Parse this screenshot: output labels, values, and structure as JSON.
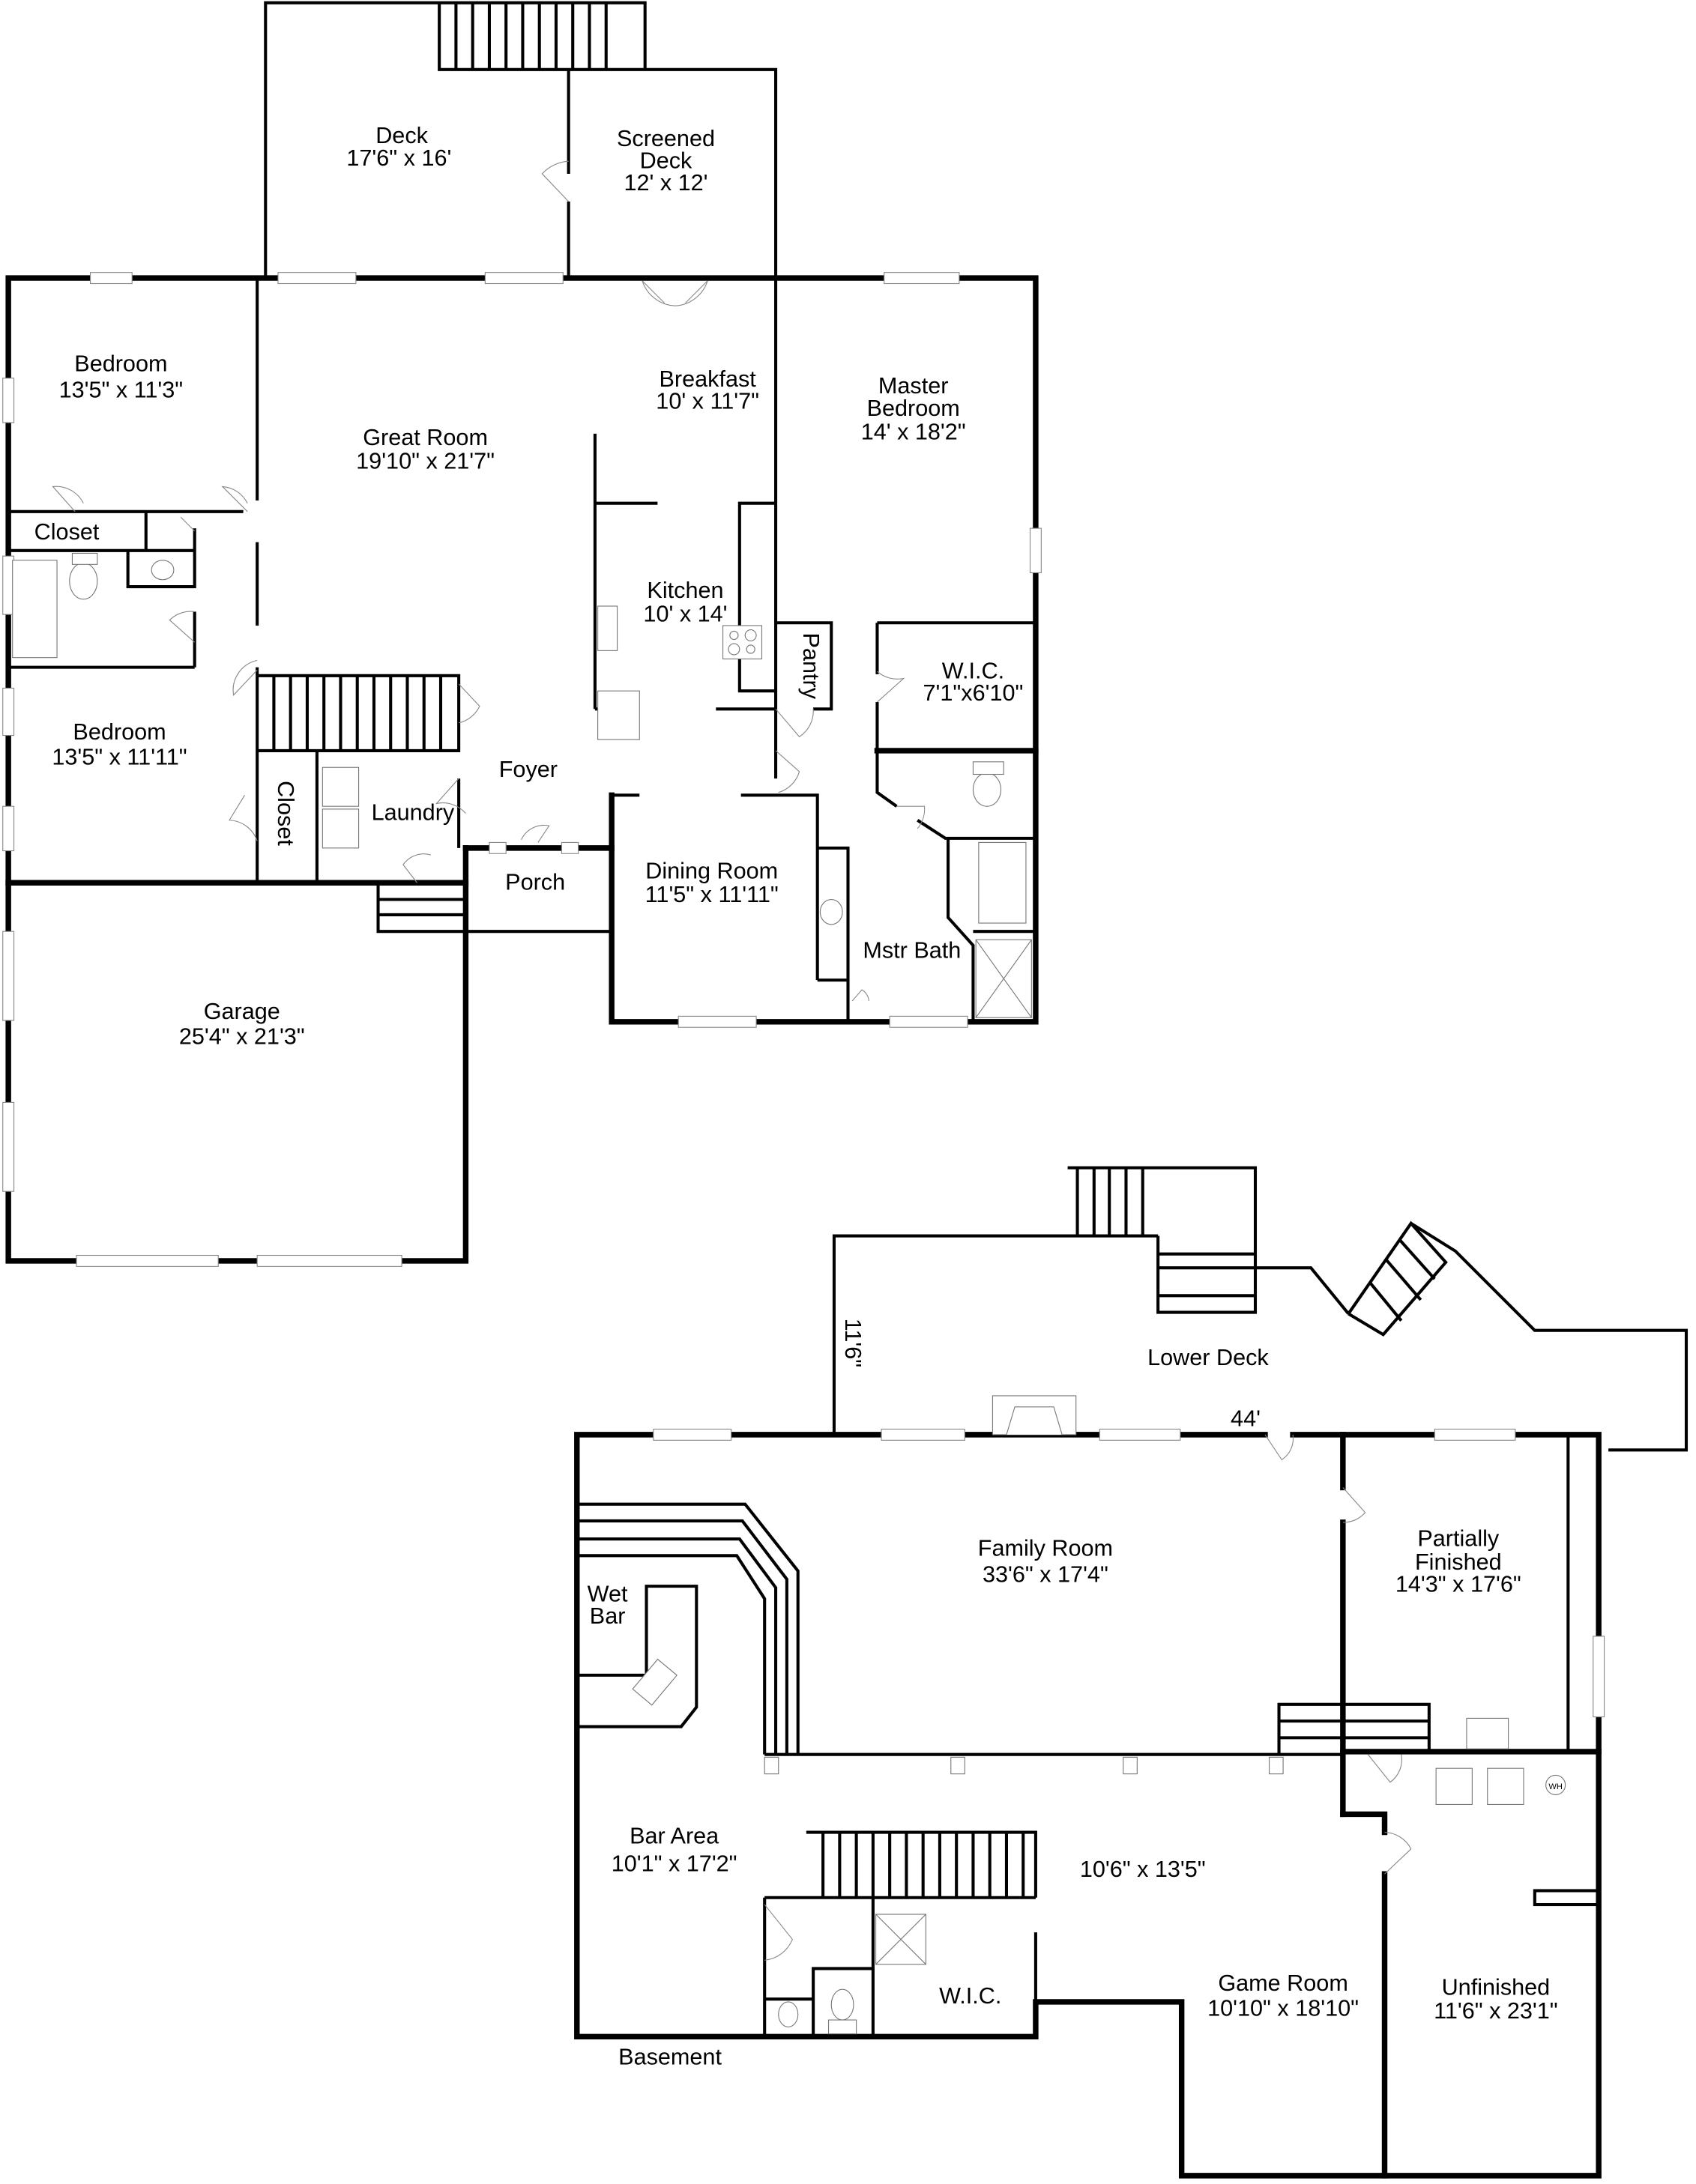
{
  "floor_plan": {
    "main_level": {
      "rooms": [
        {
          "name": "Deck",
          "dims": "17'6\" x 16'"
        },
        {
          "name_line1": "Screened",
          "name_line2": "Deck",
          "dims": "12' x 12'"
        },
        {
          "name": "Bedroom",
          "dims": "13'5\" x 11'3\""
        },
        {
          "name": "Great Room",
          "dims": "19'10\" x 21'7\""
        },
        {
          "name": "Breakfast",
          "dims": "10' x 11'7\""
        },
        {
          "name_line1": "Master",
          "name_line2": "Bedroom",
          "dims": "14' x 18'2\""
        },
        {
          "name": "Closet"
        },
        {
          "name": "Kitchen",
          "dims": "10' x 14'"
        },
        {
          "name": "Pantry"
        },
        {
          "name": "W.I.C.",
          "dims": "7'1\"x6'10\""
        },
        {
          "name": "Bedroom",
          "dims": "13'5\" x 11'11\""
        },
        {
          "name": "Closet"
        },
        {
          "name": "Laundry"
        },
        {
          "name": "Foyer"
        },
        {
          "name": "Porch"
        },
        {
          "name": "Dining Room",
          "dims": "11'5\" x 11'11\""
        },
        {
          "name": "Mstr Bath"
        },
        {
          "name": "Garage",
          "dims": "25'4\" x 21'3\""
        }
      ]
    },
    "basement": {
      "title": "Basement",
      "rooms": [
        {
          "name": "Lower Deck",
          "dim_vertical": "11'6\"",
          "dim_horizontal": "44'"
        },
        {
          "name": "Family Room",
          "dims": "33'6\" x 17'4\""
        },
        {
          "name_line1": "Partially",
          "name_line2": "Finished",
          "dims": "14'3\" x 17'6\""
        },
        {
          "name_line1": "Wet",
          "name_line2": "Bar"
        },
        {
          "name": "Bar Area",
          "dims": "10'1\" x 17'2\""
        },
        {
          "name": "",
          "dims": "10'6\" x 13'5\""
        },
        {
          "name": "W.I.C."
        },
        {
          "name": "Game Room",
          "dims": "10'10\" x 18'10\""
        },
        {
          "name": "Unfinished",
          "dims": "11'6\" x 23'1\""
        }
      ],
      "fixtures": {
        "water_heater": "WH"
      }
    }
  }
}
